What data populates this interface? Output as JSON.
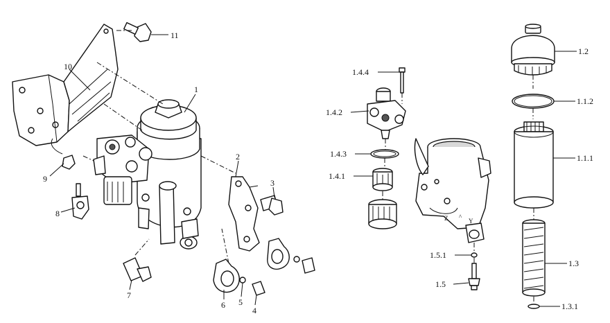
{
  "labels": {
    "l11": "11",
    "l10": "10",
    "l1": "1",
    "l2": "2",
    "l3": "3",
    "l9": "9",
    "l8": "8",
    "l7": "7",
    "l6": "6",
    "l5": "5",
    "l4": "4",
    "l144": "1.4.4",
    "l142": "1.4.2",
    "l143": "1.4.3",
    "l141": "1.4.1",
    "l12": "1.2",
    "l112": "1.1.2",
    "l111": "1.1.1",
    "l151": "1.5.1",
    "l15": "1.5",
    "l13": "1.3",
    "l131": "1.3.1"
  },
  "housing_marks": {
    "z": "Z",
    "y": "Y"
  }
}
